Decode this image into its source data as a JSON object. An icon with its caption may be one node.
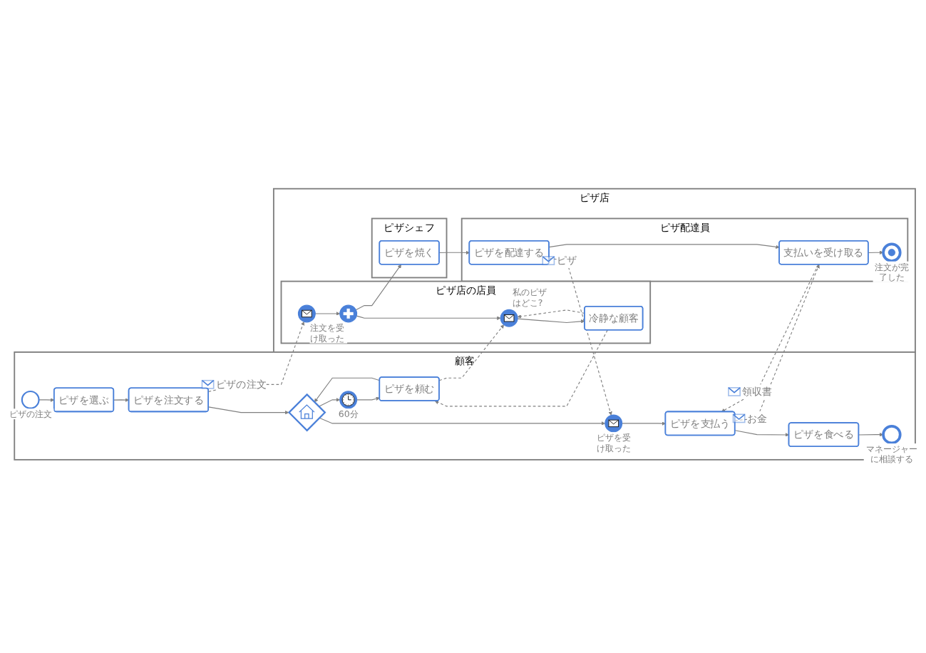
{
  "diagram": {
    "nodes": [
      {
        "text": [
          "顧客"
        ]
      },
      {
        "text": [],
        "shape": "circle",
        "beside": [
          "ピザの注文"
        ],
        "in": 0
      },
      {
        "text": [
          "ピザを選ぶ"
        ],
        "in": 0
      },
      {
        "text": [
          "ピザを注文する"
        ],
        "in": 0
      },
      {
        "text": [],
        "shape": "diamond",
        "in": 0
      },
      {
        "text": [],
        "shape": "circle",
        "beside": [
          "60分"
        ],
        "in": 0
      },
      {
        "text": [
          "ピザを頼む"
        ],
        "in": 0
      },
      {
        "text": [],
        "shape": "circle",
        "beside": [
          "ピザを受け取った"
        ],
        "in": 0
      },
      {
        "text": [
          "ピザを支払う"
        ],
        "in": 0
      },
      {
        "text": [
          "ピザを食べる"
        ],
        "in": 0
      },
      {
        "text": [],
        "shape": "circle",
        "beside": [
          "マネージャーに相談する"
        ],
        "in": 0
      },
      {
        "text": [
          "ピザ店"
        ]
      },
      {
        "text": [
          "ピザ店の店員"
        ],
        "in": 11
      },
      {
        "text": [],
        "shape": "circle",
        "beside": [
          "注文を受け取った"
        ],
        "in": 12
      },
      {
        "text": [],
        "shape": "circle",
        "in": 12
      },
      {
        "text": [],
        "shape": "circle",
        "beside": [
          "私のピザはどこ?"
        ],
        "in": 12
      },
      {
        "text": [
          "冷静な顧客"
        ],
        "in": 12
      },
      {
        "text": [
          "ピザシェフ"
        ],
        "in": 11
      },
      {
        "text": [
          "ピザを焼く"
        ],
        "in": 17
      },
      {
        "text": [
          "ピザ配達員"
        ],
        "in": 11
      },
      {
        "text": [
          "ピザを配達する"
        ],
        "in": 19
      },
      {
        "text": [
          "支払いを受け取る"
        ],
        "in": 19
      },
      {
        "text": [],
        "shape": "circle",
        "beside": [
          "注文が完了した"
        ],
        "in": 19
      }
    ],
    "edges": [
      {
        "from": 1,
        "to": 2,
        "arrow": "to"
      },
      {
        "from": 2,
        "to": 3,
        "arrow": "to"
      },
      {
        "from": 3,
        "to": 4,
        "arrow": "to"
      },
      {
        "from": 4,
        "to": 7,
        "arrow": "to"
      },
      {
        "from": 4,
        "to": 5,
        "arrow": "to"
      },
      {
        "from": 5,
        "to": 6,
        "arrow": "to"
      },
      {
        "from": 6,
        "to": 4,
        "arrow": "to"
      },
      {
        "from": 7,
        "to": 8,
        "arrow": "to"
      },
      {
        "from": 8,
        "to": 9,
        "arrow": "to"
      },
      {
        "from": 9,
        "to": 10,
        "arrow": "to"
      },
      {
        "from": 3,
        "to": 13,
        "arrow": "to",
        "style": "dashed",
        "label": "ピザの注文"
      },
      {
        "from": 13,
        "to": 14,
        "arrow": "to"
      },
      {
        "from": 14,
        "to": 15,
        "arrow": "to"
      },
      {
        "from": 14,
        "to": 18,
        "arrow": "to"
      },
      {
        "from": 15,
        "to": 16,
        "arrow": "to"
      },
      {
        "from": 16,
        "to": 15,
        "arrow": "to",
        "style": "dashed"
      },
      {
        "from": 6,
        "to": 15,
        "arrow": "to",
        "style": "dashed"
      },
      {
        "from": 16,
        "to": 6,
        "arrow": "to",
        "style": "dashed"
      },
      {
        "from": 18,
        "to": 20,
        "arrow": "to"
      },
      {
        "from": 20,
        "to": 21,
        "arrow": "to"
      },
      {
        "from": 21,
        "to": 22,
        "arrow": "to"
      },
      {
        "from": 20,
        "to": 7,
        "arrow": "to",
        "style": "dashed",
        "label": "ピザ"
      },
      {
        "from": 8,
        "to": 21,
        "arrow": "to",
        "style": "dashed",
        "label": "お金"
      },
      {
        "from": 21,
        "to": 8,
        "arrow": "to",
        "style": "dashed",
        "label": "領収書"
      }
    ]
  }
}
